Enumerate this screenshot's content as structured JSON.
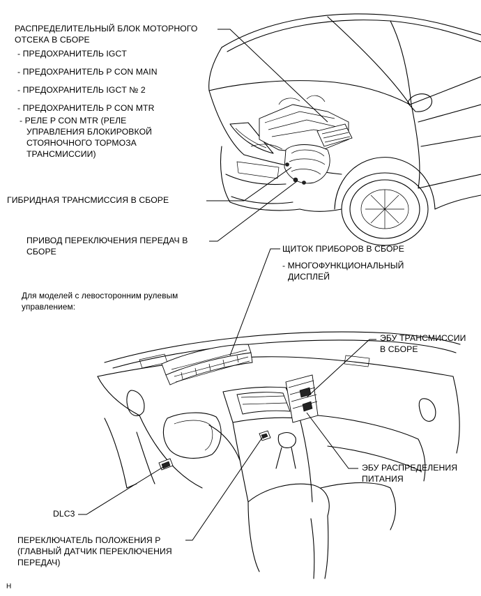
{
  "labels": {
    "engine_block_title_1": "РАСПРЕДЕЛИТЕЛЬНЫЙ БЛОК МОТОРНОГО",
    "engine_block_title_2": "ОТСЕКА В СБОРЕ",
    "fuse_igct": "- ПРЕДОХРАНИТЕЛЬ IGCT",
    "fuse_pcon_main": "- ПРЕДОХРАНИТЕЛЬ P CON MAIN",
    "fuse_igct2": "- ПРЕДОХРАНИТЕЛЬ IGCT № 2",
    "fuse_pcon_mtr": "- ПРЕДОХРАНИТЕЛЬ P CON MTR",
    "relay_1": "- РЕЛЕ P CON MTR (РЕЛЕ",
    "relay_2": "УПРАВЛЕНИЯ БЛОКИРОВКОЙ",
    "relay_3": "СТОЯНОЧНОГО ТОРМОЗА",
    "relay_4": "ТРАНСМИССИИ)",
    "hybrid_transmission": "ГИБРИДНАЯ ТРАНСМИССИЯ В СБОРЕ",
    "shift_actuator_1": "ПРИВОД ПЕРЕКЛЮЧЕНИЯ ПЕРЕДАЧ В",
    "shift_actuator_2": "СБОРЕ",
    "combination_meter": "ЩИТОК ПРИБОРОВ В СБОРЕ",
    "multi_display_1": "- МНОГОФУНКЦИОНАЛЬНЫЙ",
    "multi_display_2": "ДИСПЛЕЙ",
    "lhd_note_1": "Для моделей с левосторонним рулевым",
    "lhd_note_2": "управлением:",
    "trans_ecu_1": "ЭБУ ТРАНСМИССИИ",
    "trans_ecu_2": "В СБОРЕ",
    "power_ecu_1": "ЭБУ РАСПРЕДЕЛЕНИЯ",
    "power_ecu_2": "ПИТАНИЯ",
    "dlc3": "DLC3",
    "p_switch_1": "ПЕРЕКЛЮЧАТЕЛЬ ПОЛОЖЕНИЯ P",
    "p_switch_2": "(ГЛАВНЫЙ ДАТЧИК ПЕРЕКЛЮЧЕНИЯ",
    "p_switch_3": "ПЕРЕДАЧ)",
    "corner_code": "H"
  }
}
